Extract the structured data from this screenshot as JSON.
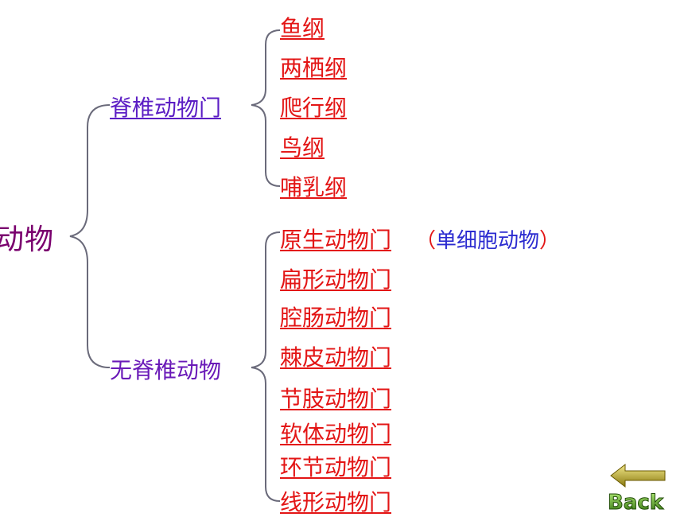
{
  "root": {
    "label": "动物"
  },
  "vertebrate": {
    "label": "脊椎动物门",
    "classes": [
      "鱼纲",
      "两栖纲",
      "爬行纲",
      "鸟纲",
      "哺乳纲"
    ]
  },
  "invertebrate": {
    "label": "无脊椎动物",
    "phyla": [
      "原生动物门",
      "扁形动物门",
      "腔肠动物门",
      "棘皮动物门",
      "节肢动物门",
      "软体动物门",
      "环节动物门",
      "线形动物门"
    ],
    "note": {
      "open": "（",
      "text": "单细胞动物",
      "close": "）"
    }
  },
  "nav": {
    "back_label": "Back"
  },
  "colors": {
    "root": "#7a006e",
    "link": "#e31515",
    "phylum": "#6a1ab8",
    "note": "#2b2bd0",
    "brace": "#6a6a7a"
  }
}
